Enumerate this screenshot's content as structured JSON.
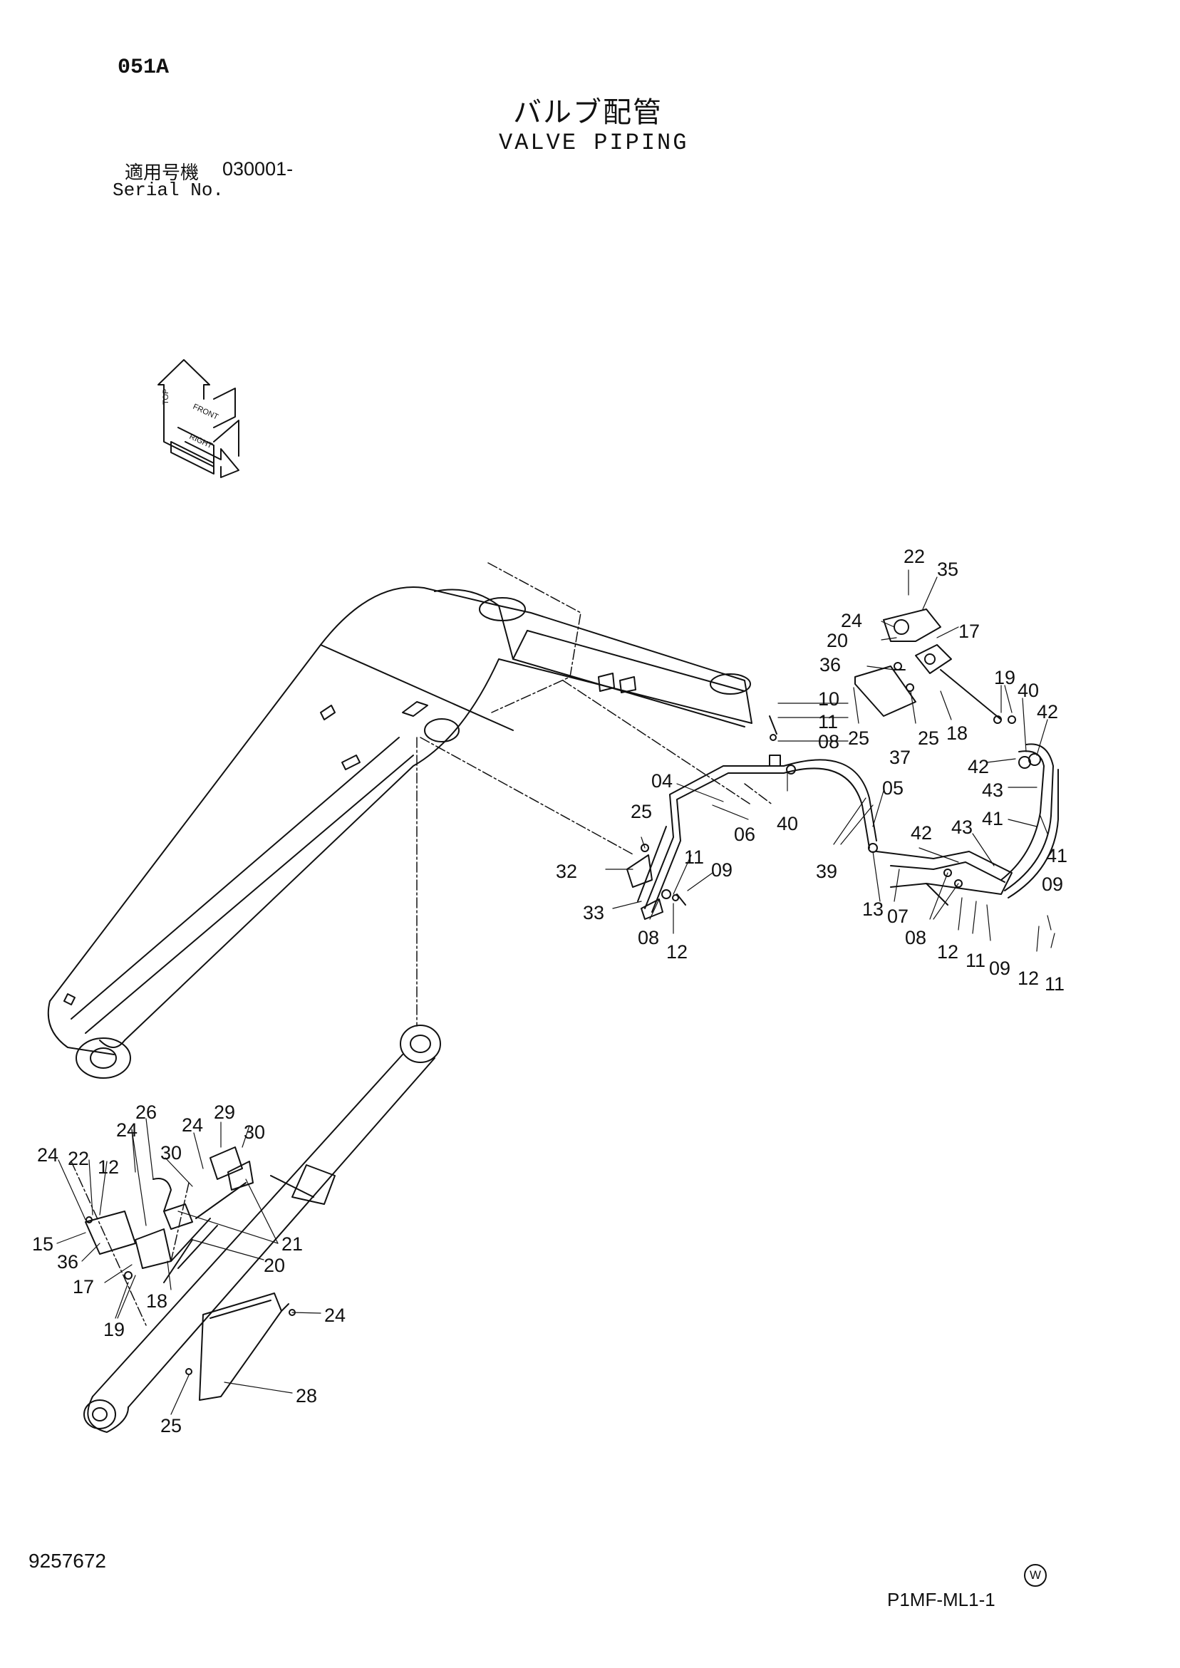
{
  "header": {
    "page_code": "051A",
    "title_jp": "バルブ配管",
    "title_en": "VALVE PIPING",
    "serial_label_jp": "適用号機",
    "serial_value": "030001-",
    "serial_label_en": "Serial No."
  },
  "footer": {
    "doc_number": "9257672",
    "sheet_code": "P1MF-ML1-1",
    "mark": "W"
  },
  "orientation_icon": {
    "labels": [
      "TOP",
      "FRONT",
      "RIGHT"
    ]
  },
  "callouts": [
    "22",
    "35",
    "24",
    "20",
    "17",
    "36",
    "19",
    "40",
    "42",
    "10",
    "11",
    "08",
    "25",
    "37",
    "25",
    "18",
    "42",
    "43",
    "04",
    "05",
    "41",
    "06",
    "40",
    "25",
    "42",
    "43",
    "39",
    "41",
    "11",
    "09",
    "32",
    "13",
    "07",
    "09",
    "33",
    "08",
    "12",
    "08",
    "12",
    "11",
    "09",
    "12",
    "11",
    "26",
    "24",
    "29",
    "24",
    "30",
    "24",
    "22",
    "12",
    "30",
    "15",
    "21",
    "36",
    "20",
    "17",
    "18",
    "19",
    "24",
    "28",
    "25"
  ]
}
